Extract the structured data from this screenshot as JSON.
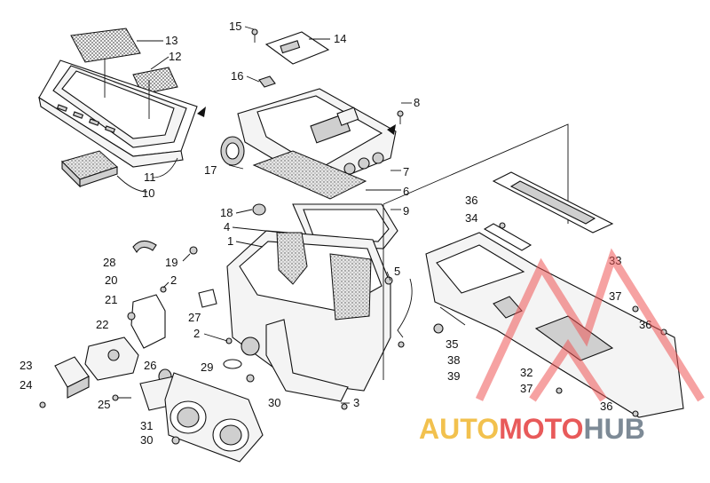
{
  "callouts": {
    "c1": "1",
    "c2a": "2",
    "c2b": "2",
    "c3": "3",
    "c4": "4",
    "c5": "5",
    "c6": "6",
    "c7": "7",
    "c8": "8",
    "c9": "9",
    "c10": "10",
    "c11": "11",
    "c12": "12",
    "c13": "13",
    "c14": "14",
    "c15": "15",
    "c16": "16",
    "c17": "17",
    "c18": "18",
    "c19": "19",
    "c20": "20",
    "c21": "21",
    "c22": "22",
    "c23": "23",
    "c24": "24",
    "c25": "25",
    "c26": "26",
    "c27": "27",
    "c28": "28",
    "c29": "29",
    "c30a": "30",
    "c30b": "30",
    "c31": "31",
    "c32": "32",
    "c33": "33",
    "c34": "34",
    "c35": "35",
    "c36a": "36",
    "c36b": "36",
    "c36c": "36",
    "c37a": "37",
    "c37b": "37",
    "c38": "38",
    "c39": "39"
  },
  "watermark": {
    "part_auto": "AUTO",
    "part_moto": "MOTO",
    "part_hub": "HUB",
    "colors": {
      "auto": "#f2c14e",
      "moto": "#e85a5a",
      "hub": "#7d8a96",
      "logo": "#e85a5a"
    }
  }
}
